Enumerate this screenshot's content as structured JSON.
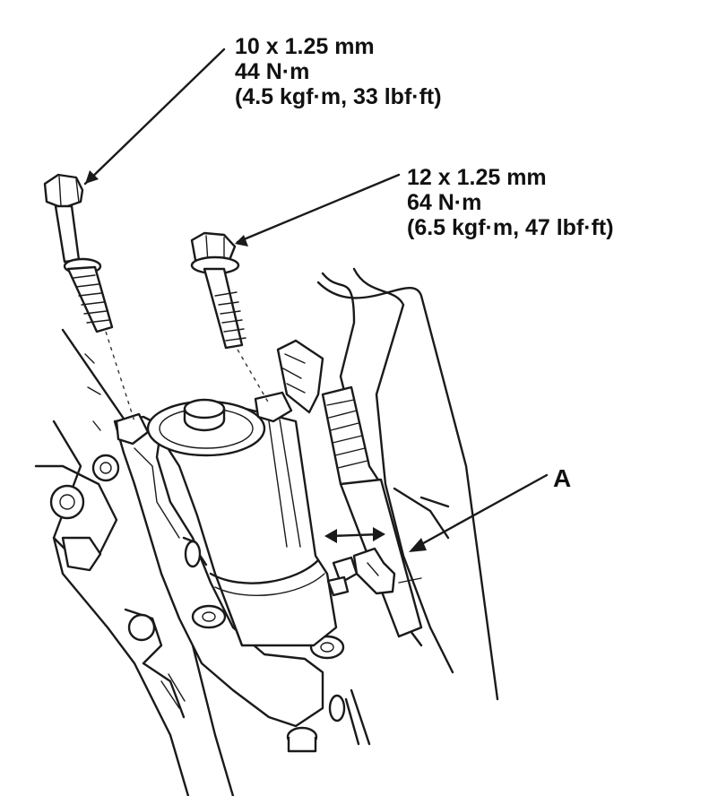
{
  "callouts": {
    "bolt_1": {
      "size": "10 x 1.25 mm",
      "torque_nm": "44 N·m",
      "torque_alt": "(4.5 kgf·m, 33 lbf·ft)"
    },
    "bolt_2": {
      "size": "12 x 1.25 mm",
      "torque_nm": "64 N·m",
      "torque_alt": "(6.5 kgf·m, 47 lbf·ft)"
    },
    "part_a": "A"
  },
  "colors": {
    "ink": "#1a1a1a",
    "background": "#ffffff"
  }
}
